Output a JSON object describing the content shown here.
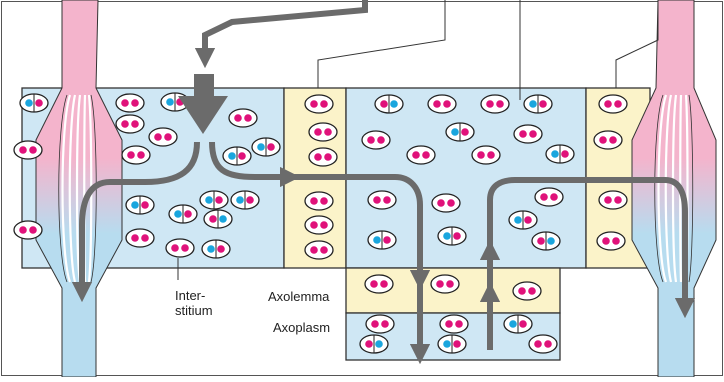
{
  "labels": {
    "interstitium_line1": "Inter-",
    "interstitium_line2": "stitium",
    "axolemma": "Axolemma",
    "axoplasm": "Axoplasm"
  },
  "colors": {
    "interstitium_fill": "#cfe7f4",
    "axolemma_fill": "#fbf3c9",
    "vessel_pink": "#f4b4cc",
    "vessel_blue": "#b7dcef",
    "arrow": "#6b6b6b",
    "dot_magenta": "#e0127a",
    "dot_cyan": "#1aa6de"
  }
}
